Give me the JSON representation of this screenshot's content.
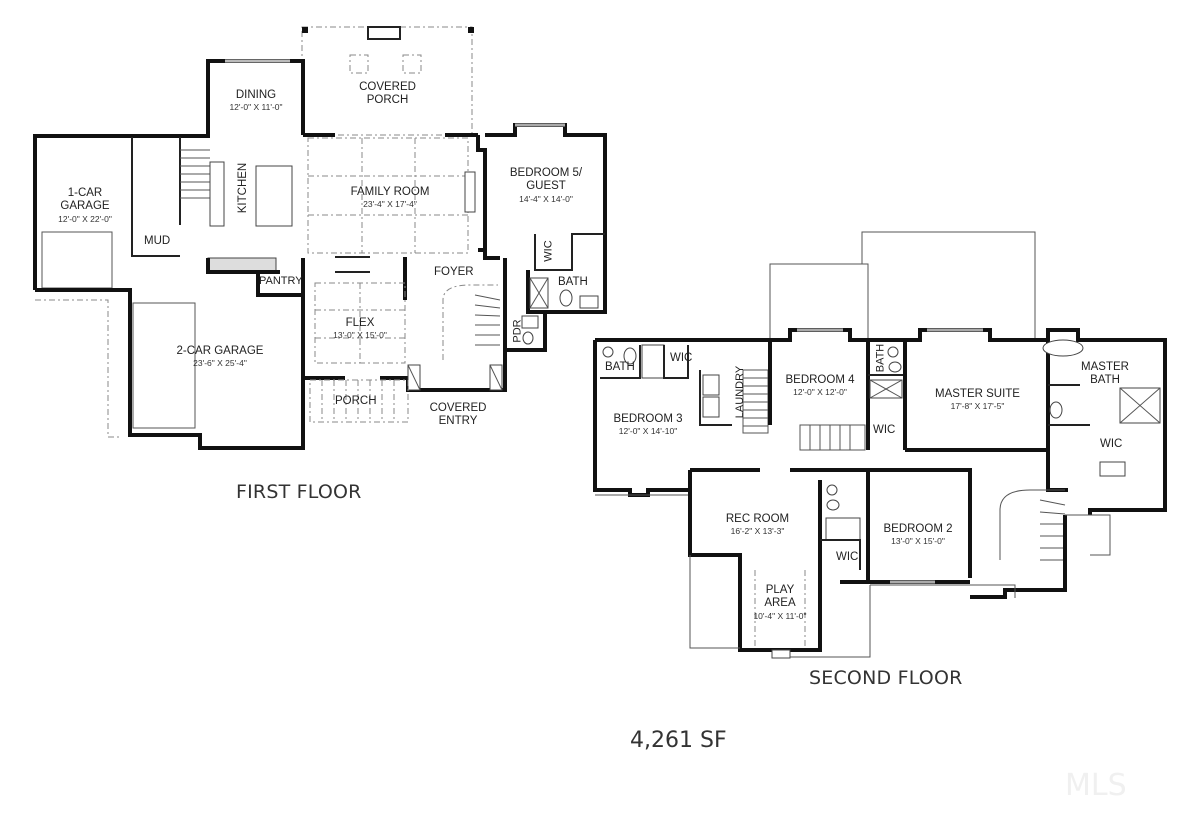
{
  "first_floor": {
    "title": "FIRST FLOOR",
    "rooms": {
      "garage1": {
        "name_l1": "1-CAR",
        "name_l2": "GARAGE",
        "dims": "12'-0\" X 22'-0\""
      },
      "dining": {
        "name": "DINING",
        "dims": "12'-0\" X 11'-0\""
      },
      "covered_porch": {
        "name_l1": "COVERED",
        "name_l2": "PORCH"
      },
      "kitchen": {
        "name": "KITCHEN"
      },
      "mud": {
        "name": "MUD"
      },
      "family_room": {
        "name": "FAMILY ROOM",
        "dims": "23'-4\" X 17'-4\""
      },
      "bedroom5": {
        "name_l1": "BEDROOM 5/",
        "name_l2": "GUEST",
        "dims": "14'-4\" X 14'-0\""
      },
      "wic": {
        "name": "WIC"
      },
      "bath": {
        "name": "BATH"
      },
      "pantry": {
        "name": "PANTRY"
      },
      "foyer": {
        "name": "FOYER"
      },
      "pdr": {
        "name": "PDR"
      },
      "garage2": {
        "name": "2-CAR GARAGE",
        "dims": "23'-6\" X 25'-4\""
      },
      "flex": {
        "name": "FLEX",
        "dims": "13'-0\" X 15'-0\""
      },
      "porch": {
        "name": "PORCH"
      },
      "covered_entry": {
        "name_l1": "COVERED",
        "name_l2": "ENTRY"
      }
    }
  },
  "second_floor": {
    "title": "SECOND FLOOR",
    "rooms": {
      "bath3": {
        "name": "BATH"
      },
      "wic3": {
        "name": "WIC"
      },
      "laundry": {
        "name": "LAUNDRY"
      },
      "bedroom4": {
        "name": "BEDROOM 4",
        "dims": "12'-0\" X 12'-0\""
      },
      "bath4": {
        "name": "BATH"
      },
      "wic4": {
        "name": "WIC"
      },
      "master_suite": {
        "name": "MASTER SUITE",
        "dims": "17'-8\" X 17'-5\""
      },
      "master_bath": {
        "name_l1": "MASTER",
        "name_l2": "BATH"
      },
      "master_wic": {
        "name": "WIC"
      },
      "bedroom3": {
        "name": "BEDROOM 3",
        "dims": "12'-0\" X 14'-10\""
      },
      "rec_room": {
        "name": "REC ROOM",
        "dims": "16'-2\" X 13'-3\""
      },
      "bedroom2": {
        "name": "BEDROOM 2",
        "dims": "13'-0\" X 15'-0\""
      },
      "wic2": {
        "name": "WIC"
      },
      "play_area": {
        "name_l1": "PLAY",
        "name_l2": "AREA",
        "dims": "10'-4\" X 11'-0\""
      }
    }
  },
  "total": {
    "square_footage": "4,261 SF"
  },
  "watermark": {
    "text": "MLS"
  }
}
